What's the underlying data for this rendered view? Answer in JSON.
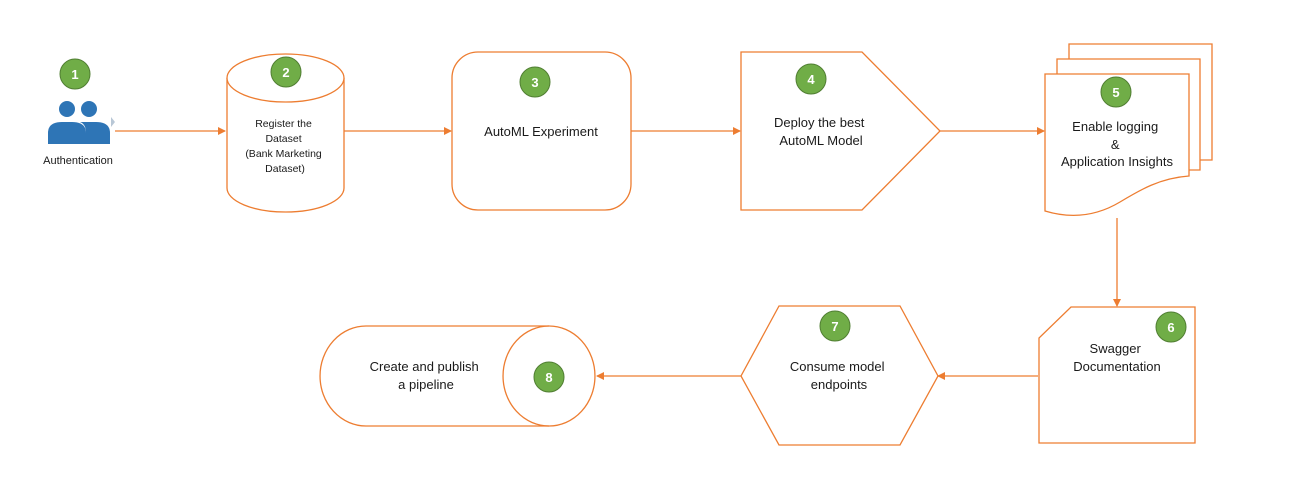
{
  "colors": {
    "stroke": "#ED7D31",
    "badge": "#70AD47",
    "badge_stroke": "#507E32",
    "icon": "#2E75B6",
    "text": "#1a1a1a"
  },
  "icons": {
    "authentication": "users-icon"
  },
  "steps": [
    {
      "num": "1",
      "lines": [
        "Authentication"
      ]
    },
    {
      "num": "2",
      "lines": [
        "Register the",
        "Dataset",
        "(Bank Marketing",
        "Dataset)"
      ]
    },
    {
      "num": "3",
      "lines": [
        "AutoML Experiment"
      ]
    },
    {
      "num": "4",
      "lines": [
        "Deploy the best",
        "AutoML Model"
      ]
    },
    {
      "num": "5",
      "lines": [
        "Enable logging",
        "&",
        "Application Insights"
      ]
    },
    {
      "num": "6",
      "lines": [
        "Swagger",
        "Documentation"
      ]
    },
    {
      "num": "7",
      "lines": [
        "Consume model",
        "endpoints"
      ]
    },
    {
      "num": "8",
      "lines": [
        "Create and publish",
        "a pipeline"
      ]
    }
  ]
}
